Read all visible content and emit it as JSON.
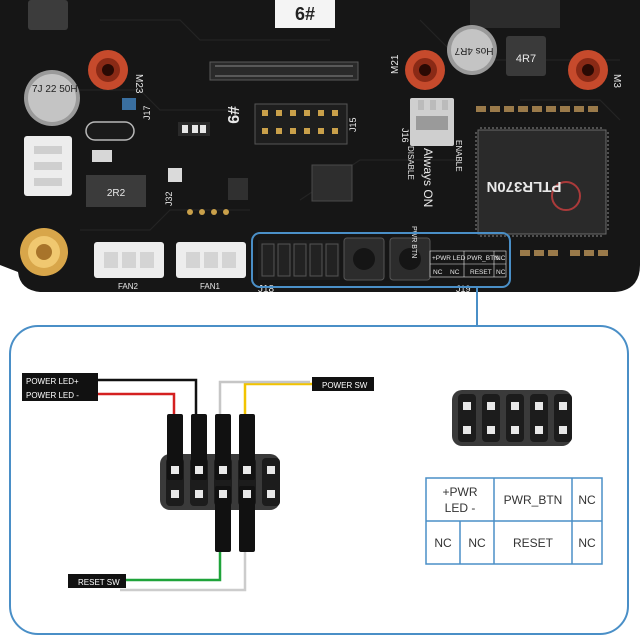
{
  "board": {
    "silk_labels": {
      "m23": "M23",
      "m21": "M21",
      "m3": "M3",
      "j17": "J17",
      "j16": "J16",
      "j15": "J15",
      "j32": "J32",
      "j18": "J18",
      "j19": "J19",
      "fan2": "FAN2",
      "fan1": "FAN1",
      "enable": "ENABLE",
      "disable": "DISABLE",
      "always_on": "Always ON",
      "pwr_btn": "PWR BTN",
      "chip_name": "PTLR370N",
      "cap_left": "7J 22 50H",
      "cap_right": "Hos 4R7",
      "inductor": "2R2",
      "chip_top": "4R7",
      "num9": "#9",
      "num6": "6#"
    },
    "header_labels": {
      "pwr_led": "+PWR LED -",
      "pwr_btn": "PWR_BTN",
      "nc": "NC",
      "reset": "RESET"
    }
  },
  "wiring": {
    "power_led_plus": "POWER LED+",
    "power_led_minus": "POWER LED -",
    "power_sw": "POWER SW",
    "reset_sw": "RESET SW",
    "colors": {
      "led_plus": "#111111",
      "led_minus": "#d42020",
      "power_sw": "#f2c400",
      "reset_sw": "#1fa33a",
      "ground": "#cccccc",
      "accent": "#4a8fc7"
    }
  },
  "pin_table": {
    "row1": [
      "+PWR\nLED -",
      "PWR_BTN",
      "NC"
    ],
    "row2": [
      "NC",
      "NC",
      "RESET",
      "NC"
    ]
  }
}
